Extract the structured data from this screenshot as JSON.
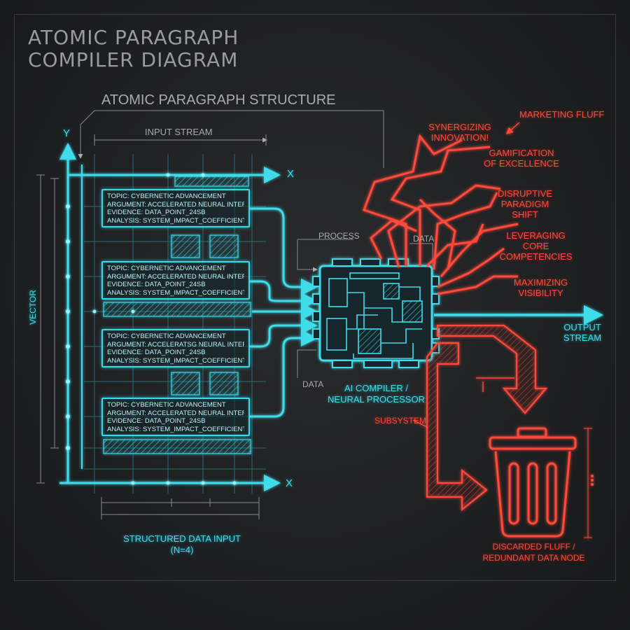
{
  "title": "ATOMIC PARAGRAPH COMPILER DIAGRAM",
  "structure_label": "ATOMIC PARAGRAPH STRUCTURE",
  "input_stream": "INPUT STREAM",
  "axis": {
    "y": "Y",
    "x_top": "X",
    "x_bottom": "X",
    "vector": "VECTOR"
  },
  "cards": [
    {
      "topic": "TOPIC: CYBERNETIC ADVANCEMENT",
      "argument": "ARGUMENT: ACCELERATED NEURAL INTERFACES",
      "evidence": "EVIDENCE: DATA_POINT_24SB",
      "analysis": "ANALYSIS: SYSTEM_IMPACT_COEFFICIENT"
    },
    {
      "topic": "TOPIC: CYBERNETIC ADVANCEMENT",
      "argument": "ARGUMENT: ACCELERATED NEURAL INTERFACES",
      "evidence": "EVIDENCE: DATA_POINT_24SB",
      "analysis": "ANALYSIS: SYSTEM_IMPACT_COEFFICIENT"
    },
    {
      "topic": "TOPIC: CYBERNETIC ADVANCEMENT",
      "argument": "ARGUMENT: ACCELERATSG NEURAL INTERFACES",
      "evidence": "EVIDENCE: DATA_POINT_24SB",
      "analysis": "ANALYSIS: SYSTEM_IMPACT_COEFFICIENT"
    },
    {
      "topic": "TOPIC: CYBERNETIC ADVANCEMENT",
      "argument": "ARGUMENT: ACCELERATED NEURAL INTERFACES",
      "evidence": "EVIDENCE: DATA_POINT_24SB",
      "analysis": "ANALYSIS: SYSTEM_IMPACT_COEFFICIENT"
    }
  ],
  "structured_input": {
    "line1": "STRUCTURED DATA INPUT",
    "line2": "(N=4)"
  },
  "process": "PROCESS",
  "data_top": "DATA",
  "data_bottom": "DATA",
  "compiler": {
    "line1": "AI COMPILER /",
    "line2": "NEURAL PROCESSOR"
  },
  "output": {
    "line1": "OUTPUT",
    "line2": "STREAM"
  },
  "marketing_fluff": "MARKETING FLUFF",
  "fluff": [
    {
      "line1": "SYNERGIZING",
      "line2": "INNOVATION!"
    },
    {
      "line1": "GAMIFICATION",
      "line2": "OF EXCELLENCE"
    },
    {
      "line1": "DISRUPTIVE",
      "line2": "PARADIGM",
      "line3": "SHIFT"
    },
    {
      "line1": "LEVERAGING",
      "line2": "CORE",
      "line3": "COMPETENCIES"
    },
    {
      "line1": "MAXIMIZING",
      "line2": "VISIBILITY"
    }
  ],
  "subsystem": "SUBSYSTEM",
  "discarded": {
    "line1": "DISCARDED FLUFF /",
    "line2": "REDUNDANT DATA NODE"
  },
  "colors": {
    "cyan": "#3fdcea",
    "red": "#ff4a3a",
    "grey": "#a9aaac",
    "background": "#1f2022"
  },
  "icons": [
    "trash-can-icon",
    "processor-chip-icon"
  ]
}
